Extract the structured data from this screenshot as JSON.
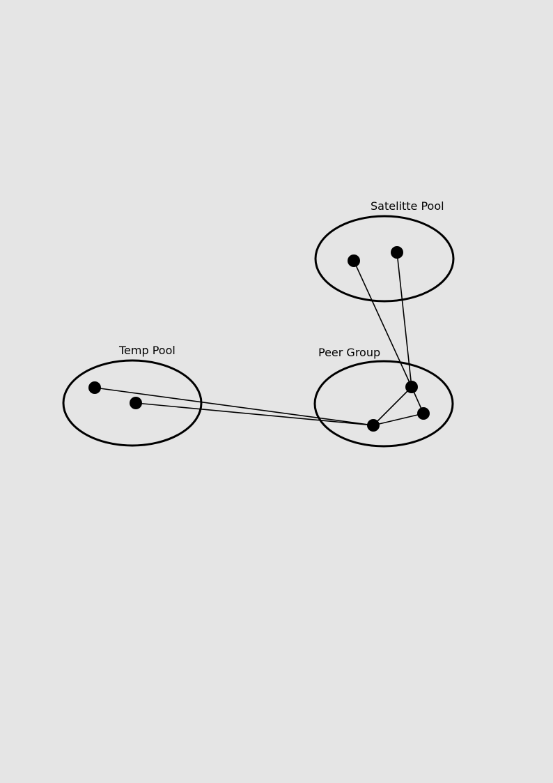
{
  "diagram": {
    "colors": {
      "background": "#e5e5e5",
      "stroke": "#000000",
      "node": "#000000"
    },
    "groups": {
      "satellite": {
        "label": "Satelitte Pool"
      },
      "peer": {
        "label": "Peer Group"
      },
      "temp": {
        "label": "Temp Pool"
      }
    },
    "nodes": [
      {
        "id": "s1",
        "group": "satellite"
      },
      {
        "id": "s2",
        "group": "satellite"
      },
      {
        "id": "p1",
        "group": "peer"
      },
      {
        "id": "p2",
        "group": "peer"
      },
      {
        "id": "p3",
        "group": "peer"
      },
      {
        "id": "t1",
        "group": "temp"
      },
      {
        "id": "t2",
        "group": "temp"
      }
    ],
    "edges": [
      {
        "from": "s1",
        "to": "p1"
      },
      {
        "from": "s2",
        "to": "p1"
      },
      {
        "from": "p1",
        "to": "p2"
      },
      {
        "from": "p1",
        "to": "p3"
      },
      {
        "from": "p3",
        "to": "p2"
      },
      {
        "from": "t1",
        "to": "p3"
      },
      {
        "from": "t2",
        "to": "p3"
      }
    ]
  }
}
